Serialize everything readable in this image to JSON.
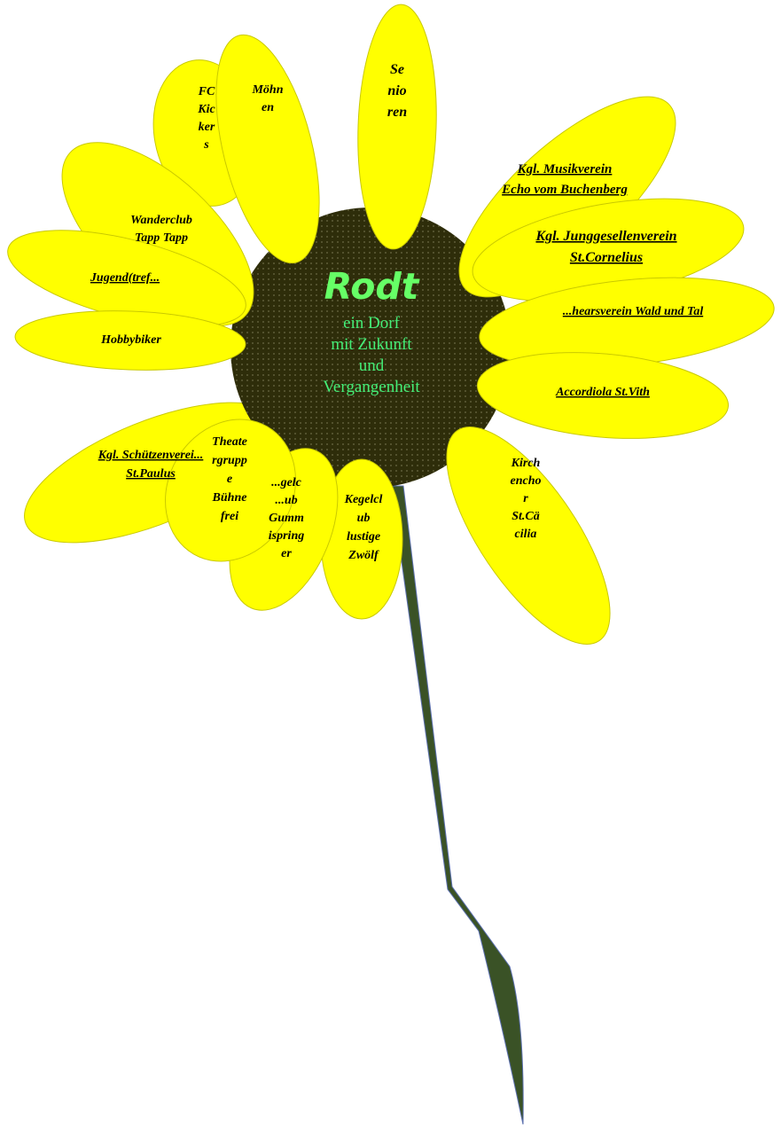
{
  "colors": {
    "petal_fill": "#ffff00",
    "petal_stroke": "#c9c900",
    "center_fill": "#2e2d0a",
    "center_dots": "#6b6a45",
    "title_color": "#66ff66",
    "subtitle_color": "#44ee77",
    "stem_fill": "#3a5226",
    "stem_edge": "#5b6fae"
  },
  "center": {
    "title": "Rodt",
    "line1": "ein Dorf",
    "line2": "mit Zukunft",
    "line3": "und",
    "line4": "Vergangenheit"
  },
  "petals": [
    {
      "id": "fc-kickers",
      "lines": [
        "FC",
        "Kic",
        "ker",
        "s"
      ],
      "underline": false
    },
    {
      "id": "moehnen",
      "lines": [
        "Möhn",
        "en"
      ],
      "underline": false
    },
    {
      "id": "senioren",
      "lines": [
        "Se",
        "nio",
        "ren"
      ],
      "underline": false
    },
    {
      "id": "musikverein",
      "lines": [
        "Kgl. Musikverein",
        "Echo vom Buchenberg"
      ],
      "underline": true
    },
    {
      "id": "junggesellenverein",
      "lines": [
        "Kgl. Junggesellenverein",
        "St.Cornelius"
      ],
      "underline": true
    },
    {
      "id": "eifelverein",
      "lines": [
        "...hearsverein Wald und Tal"
      ],
      "underline": true
    },
    {
      "id": "accordiola",
      "lines": [
        "Accordiola St.Vith"
      ],
      "underline": true
    },
    {
      "id": "kirchenchor",
      "lines": [
        "Kirch",
        "encho",
        "r",
        "St.Cä",
        "cilia"
      ],
      "underline": false
    },
    {
      "id": "kegelclub-lustige-zwoelf",
      "lines": [
        "Kegelcl",
        "ub",
        "lustige",
        "Zwölf"
      ],
      "underline": false
    },
    {
      "id": "kegelclub-gummispringer",
      "lines": [
        "...gelc",
        "...ub",
        "Gumm",
        "ispring",
        "er"
      ],
      "underline": false
    },
    {
      "id": "theatergruppe",
      "lines": [
        "Theate",
        "rgrupp",
        "e",
        "Bühne",
        "frei"
      ],
      "underline": false
    },
    {
      "id": "schuetzenverein",
      "lines": [
        "Kgl. Schützenverei...",
        "St.Paulus"
      ],
      "underline": true
    },
    {
      "id": "hobbybiker",
      "lines": [
        "Hobbybiker"
      ],
      "underline": false
    },
    {
      "id": "jugendtreff",
      "lines": [
        "Jugend(tref..."
      ],
      "underline": true
    },
    {
      "id": "wanderclub",
      "lines": [
        "Wanderclub",
        "Tapp Tapp"
      ],
      "underline": false
    }
  ]
}
